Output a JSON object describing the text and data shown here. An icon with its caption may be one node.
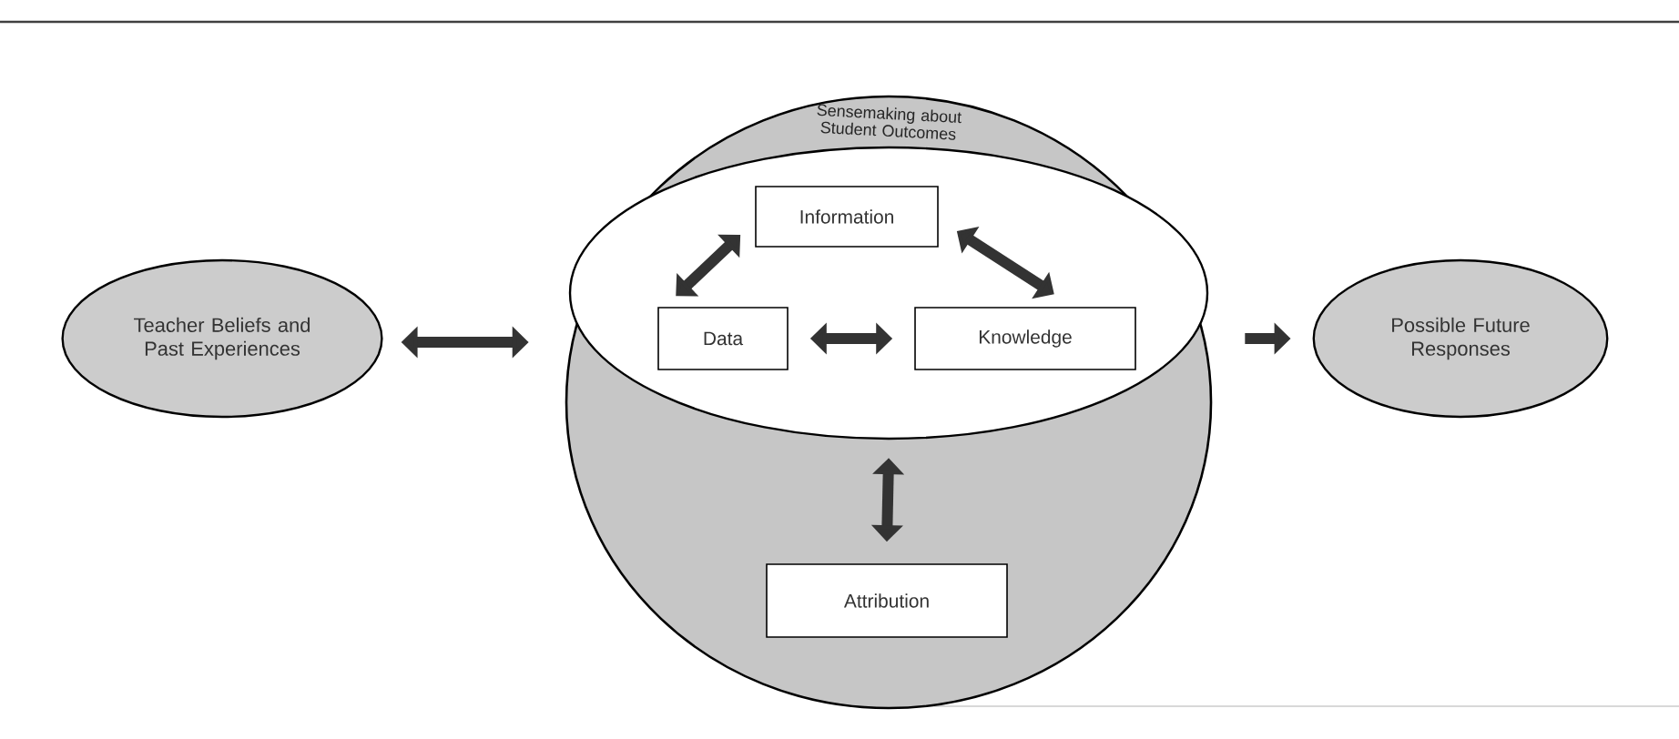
{
  "diagram": {
    "nodes": [
      {
        "text": [
          "Teacher Beliefs and Past Experiences"
        ]
      },
      {
        "text": [
          "Sensemaking about Student Outcomes"
        ]
      },
      {
        "text": [],
        "shape": "ellipse",
        "in": 1
      },
      {
        "text": [
          "Information"
        ],
        "in": 2
      },
      {
        "text": [
          "Data"
        ],
        "in": 2
      },
      {
        "text": [
          "Knowledge"
        ],
        "in": 2
      },
      {
        "text": [
          "Attribution"
        ],
        "in": 1
      },
      {
        "text": [
          "Possible Future Responses"
        ]
      }
    ],
    "edges": [
      {
        "from": 0,
        "to": 1,
        "arrow": "both"
      },
      {
        "from": 4,
        "to": 3,
        "arrow": "both"
      },
      {
        "from": 3,
        "to": 5,
        "arrow": "both"
      },
      {
        "from": 4,
        "to": 5,
        "arrow": "both"
      },
      {
        "from": 2,
        "to": 6,
        "arrow": "both"
      },
      {
        "from": 1,
        "to": 7,
        "arrow": "to"
      }
    ]
  }
}
